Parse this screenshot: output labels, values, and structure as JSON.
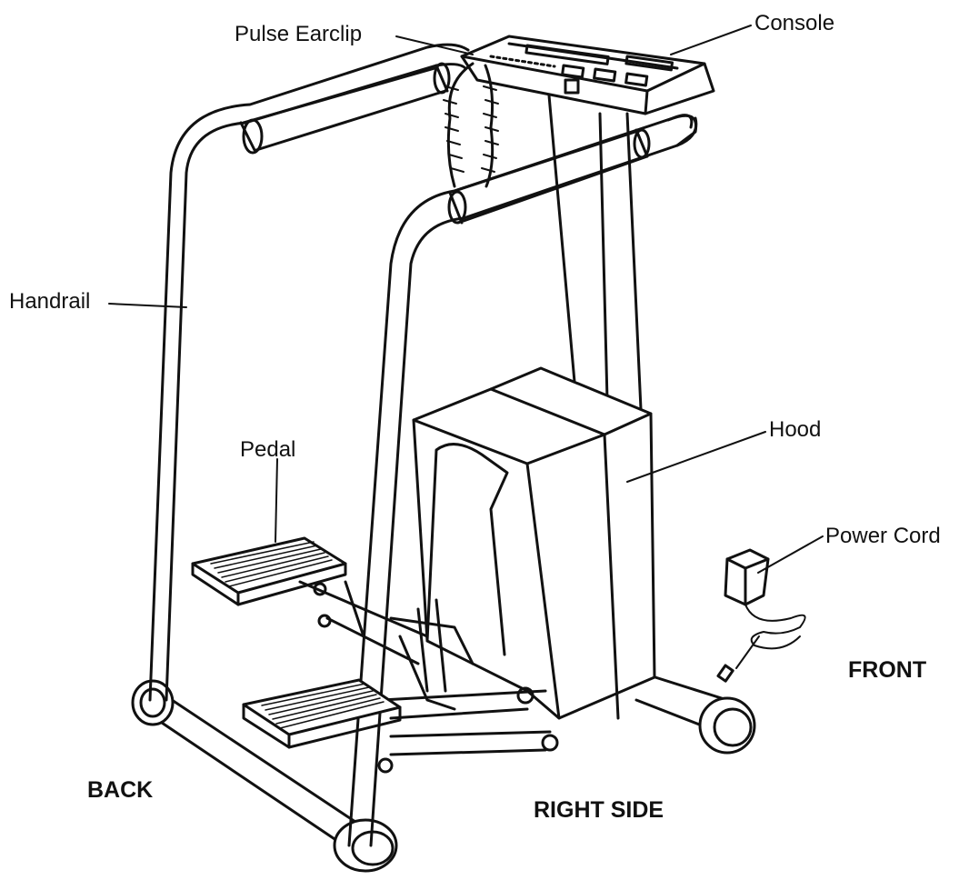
{
  "labels": {
    "pulse_earclip": "Pulse Earclip",
    "console": "Console",
    "handrail": "Handrail",
    "pedal": "Pedal",
    "hood": "Hood",
    "power_cord": "Power Cord",
    "front": "FRONT",
    "back": "BACK",
    "right_side": "RIGHT SIDE"
  },
  "colors": {
    "ink": "#111111",
    "paper": "#ffffff",
    "shade": "#f2f2f2"
  }
}
